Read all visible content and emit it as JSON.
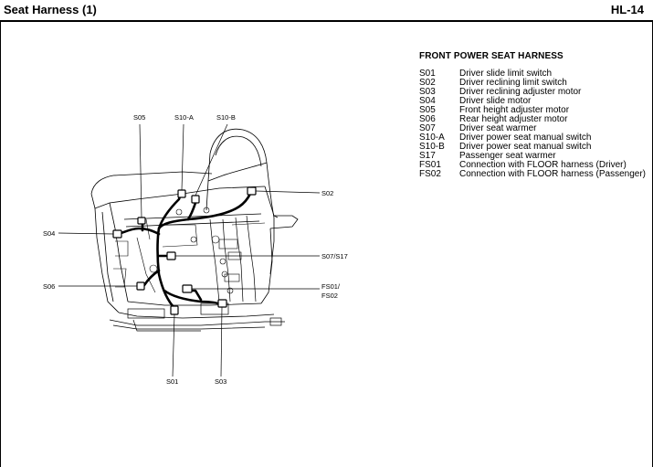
{
  "header": {
    "title": "Seat Harness (1)",
    "page_code": "HL-14"
  },
  "legend": {
    "title": "FRONT POWER SEAT HARNESS",
    "items": [
      {
        "code": "S01",
        "description": "Driver slide limit switch"
      },
      {
        "code": "S02",
        "description": "Driver reclining limit switch"
      },
      {
        "code": "S03",
        "description": "Driver reclining adjuster motor"
      },
      {
        "code": "S04",
        "description": "Driver slide motor"
      },
      {
        "code": "S05",
        "description": "Front height adjuster motor"
      },
      {
        "code": "S06",
        "description": "Rear height adjuster motor"
      },
      {
        "code": "S07",
        "description": "Driver seat warmer"
      },
      {
        "code": "S10-A",
        "description": "Driver power seat manual switch"
      },
      {
        "code": "S10-B",
        "description": "Driver power seat manual switch"
      },
      {
        "code": "S17",
        "description": "Passenger seat warmer"
      },
      {
        "code": "FS01",
        "description": "Connection with FLOOR harness (Driver)"
      },
      {
        "code": "FS02",
        "description": "Connection with FLOOR harness (Passenger)"
      }
    ]
  },
  "callouts": {
    "s05": "S05",
    "s10a": "S10-A",
    "s10b": "S10-B",
    "s02": "S02",
    "s04": "S04",
    "s07s17": "S07/S17",
    "s06": "S06",
    "fs01": "FS01/",
    "fs02": "FS02",
    "s01": "S01",
    "s03": "S03"
  }
}
